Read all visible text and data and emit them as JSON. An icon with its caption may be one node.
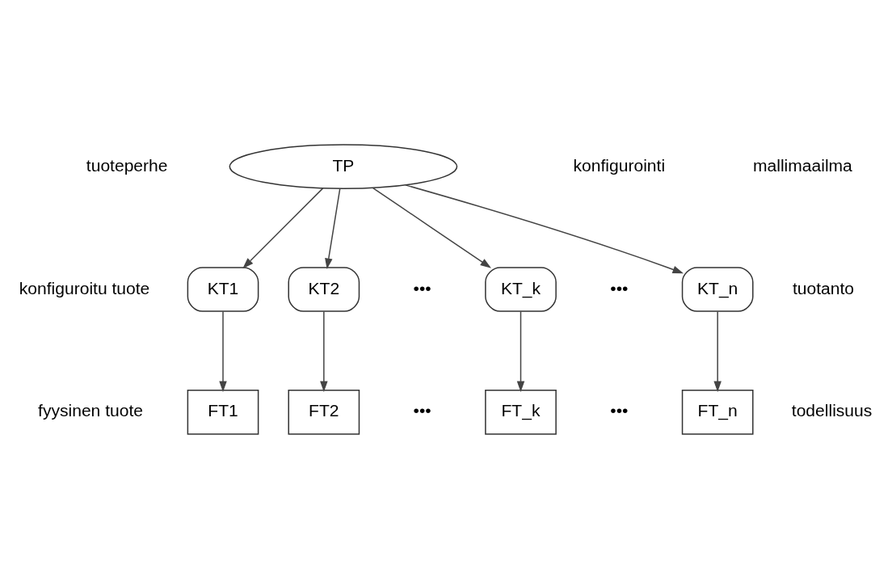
{
  "diagram": {
    "nodes": [
      {
        "text": [
          "TP"
        ]
      },
      {
        "text": [
          "KT1"
        ]
      },
      {
        "text": [
          "KT2"
        ]
      },
      {
        "text": [
          "KT_k"
        ]
      },
      {
        "text": [
          "KT_n"
        ]
      },
      {
        "text": [
          "FT1"
        ]
      },
      {
        "text": [
          "FT2"
        ]
      },
      {
        "text": [
          "FT_k"
        ]
      },
      {
        "text": [
          "FT_n"
        ]
      }
    ],
    "edges": [
      {
        "from": 0,
        "to": 1,
        "arrow": "to"
      },
      {
        "from": 0,
        "to": 2,
        "arrow": "to"
      },
      {
        "from": 0,
        "to": 3,
        "arrow": "to"
      },
      {
        "from": 0,
        "to": 4,
        "arrow": "to"
      },
      {
        "from": 1,
        "to": 5,
        "arrow": "to"
      },
      {
        "from": 2,
        "to": 6,
        "arrow": "to"
      },
      {
        "from": 3,
        "to": 7,
        "arrow": "to"
      },
      {
        "from": 4,
        "to": 8,
        "arrow": "to"
      }
    ],
    "labels": [
      "tuoteperhe",
      "konfiguroitu tuote",
      "•••",
      "•••",
      "fyysinen tuote",
      "•••",
      "•••",
      "konfigurointi",
      "mallimaailma",
      "tuotanto",
      "todellisuus"
    ]
  }
}
